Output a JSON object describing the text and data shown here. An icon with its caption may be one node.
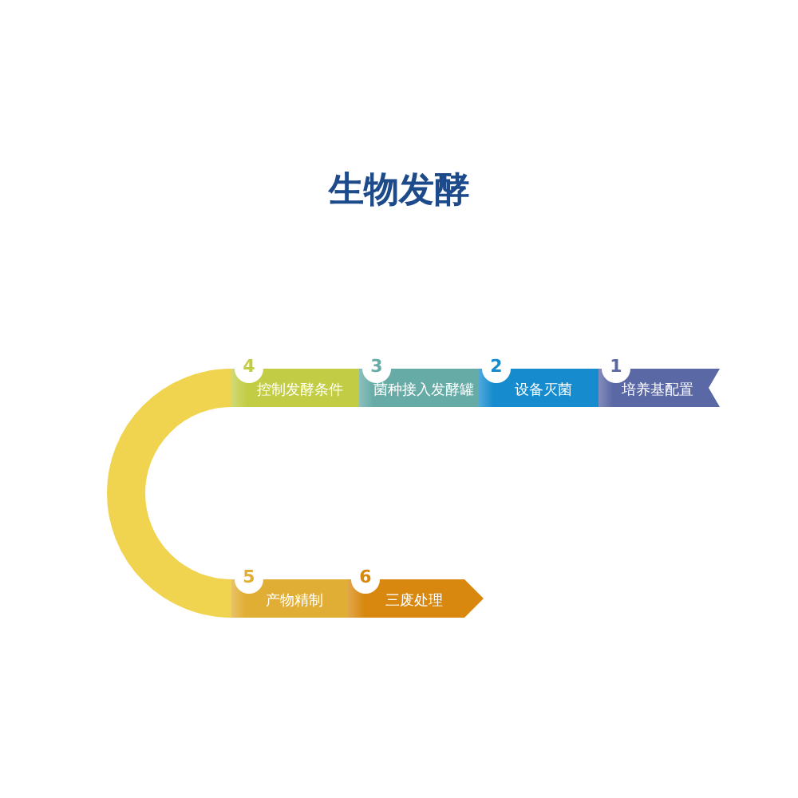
{
  "diagram": {
    "title": "生物发酵",
    "nodes": [
      {
        "text": [
          "1",
          "培养基配置"
        ]
      },
      {
        "text": [
          "2",
          "设备灭菌"
        ]
      },
      {
        "text": [
          "3",
          "菌种接入发酵罐"
        ]
      },
      {
        "text": [
          "4",
          "控制发酵条件"
        ]
      },
      {
        "text": [
          "5",
          "产物精制"
        ]
      },
      {
        "text": [
          "6",
          "三废处理"
        ]
      }
    ],
    "edges": [
      {
        "from": 3,
        "to": 4,
        "arrow": "none"
      }
    ]
  }
}
